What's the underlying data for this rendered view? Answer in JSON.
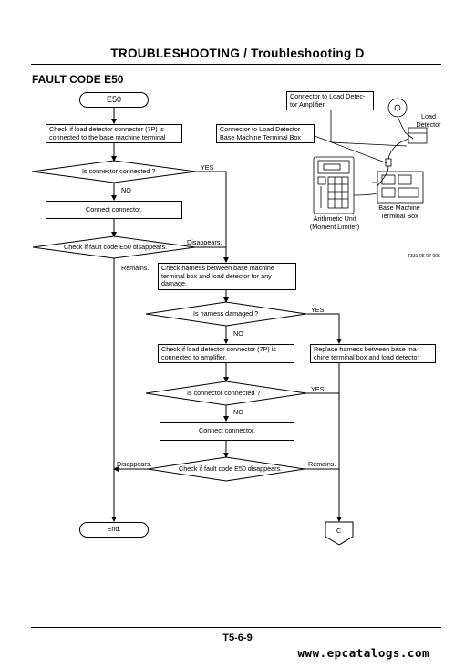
{
  "header": {
    "title": "TROUBLESHOOTING / Troubleshooting D"
  },
  "section": {
    "title": "FAULT CODE E50"
  },
  "flow": {
    "start": "E50",
    "step1": "Check if load detector connector (7P) is connected to the base machine terminal",
    "decision1": "Is connector connected ?",
    "decision1_yes": "YES",
    "decision1_no": "NO",
    "step2": "Connect connector.",
    "decision2": "Check if fault code E50 disappears.",
    "decision2_disappears": "Disappears.",
    "decision2_remains": "Remains.",
    "step3": "Check harness between base machine terminal box and load detector for any damage.",
    "decision3": "Is harness damaged ?",
    "decision3_yes": "YES",
    "decision3_no": "NO",
    "step_replace": "Replace harness between base ma-chine terminal box and load detector",
    "step4": "Check if load detector connector (7P) is connected to amplifier.",
    "decision4": "Is connector connected ?",
    "decision4_yes": "YES",
    "decision4_no": "NO",
    "step5": "Connect connector.",
    "decision5": "Check if fault code E50 disappears.",
    "decision5_disappears": "Disappears.",
    "decision5_remains": "Remains.",
    "end": "End.",
    "connector_c": "C"
  },
  "figure": {
    "callout_amplifier": "Connector to Load Detec-tor Amplifier",
    "callout_terminal_box": "Connector to Load Detector Base Machine Terminal Box",
    "load_detector": "Load Detector",
    "arithmetic_unit": "Arithmetic Unit (Moment Limiter)",
    "base_machine_terminal_box": "Base Machine Terminal Box",
    "figure_code": "T331-05-07-005"
  },
  "footer": {
    "page_number": "T5-6-9",
    "watermark": "www.epcatalogs.com"
  }
}
